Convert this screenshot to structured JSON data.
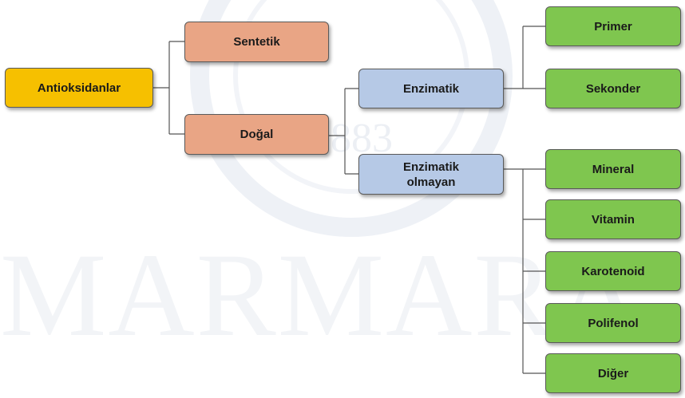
{
  "root": {
    "label": "Antioksidanlar"
  },
  "level1": {
    "sentetik": {
      "label": "Sentetik"
    },
    "dogal": {
      "label": "Doğal"
    }
  },
  "level2": {
    "enzimatik": {
      "label": "Enzimatik"
    },
    "enzimatik_olmayan": {
      "label": "Enzimatik olmayan"
    }
  },
  "enzimatik_children": [
    {
      "label": "Primer"
    },
    {
      "label": "Sekonder"
    }
  ],
  "enzimatik_olmayan_children": [
    {
      "label": "Mineral"
    },
    {
      "label": "Vitamin"
    },
    {
      "label": "Karotenoid"
    },
    {
      "label": "Polifenol"
    },
    {
      "label": "Diğer"
    }
  ],
  "watermark": {
    "text": "MARMARA",
    "year": "1883"
  },
  "colors": {
    "root": "#f6c000",
    "level1": "#e9a585",
    "level2": "#b6c9e6",
    "leaf": "#7fc64f",
    "connector": "#555555"
  }
}
